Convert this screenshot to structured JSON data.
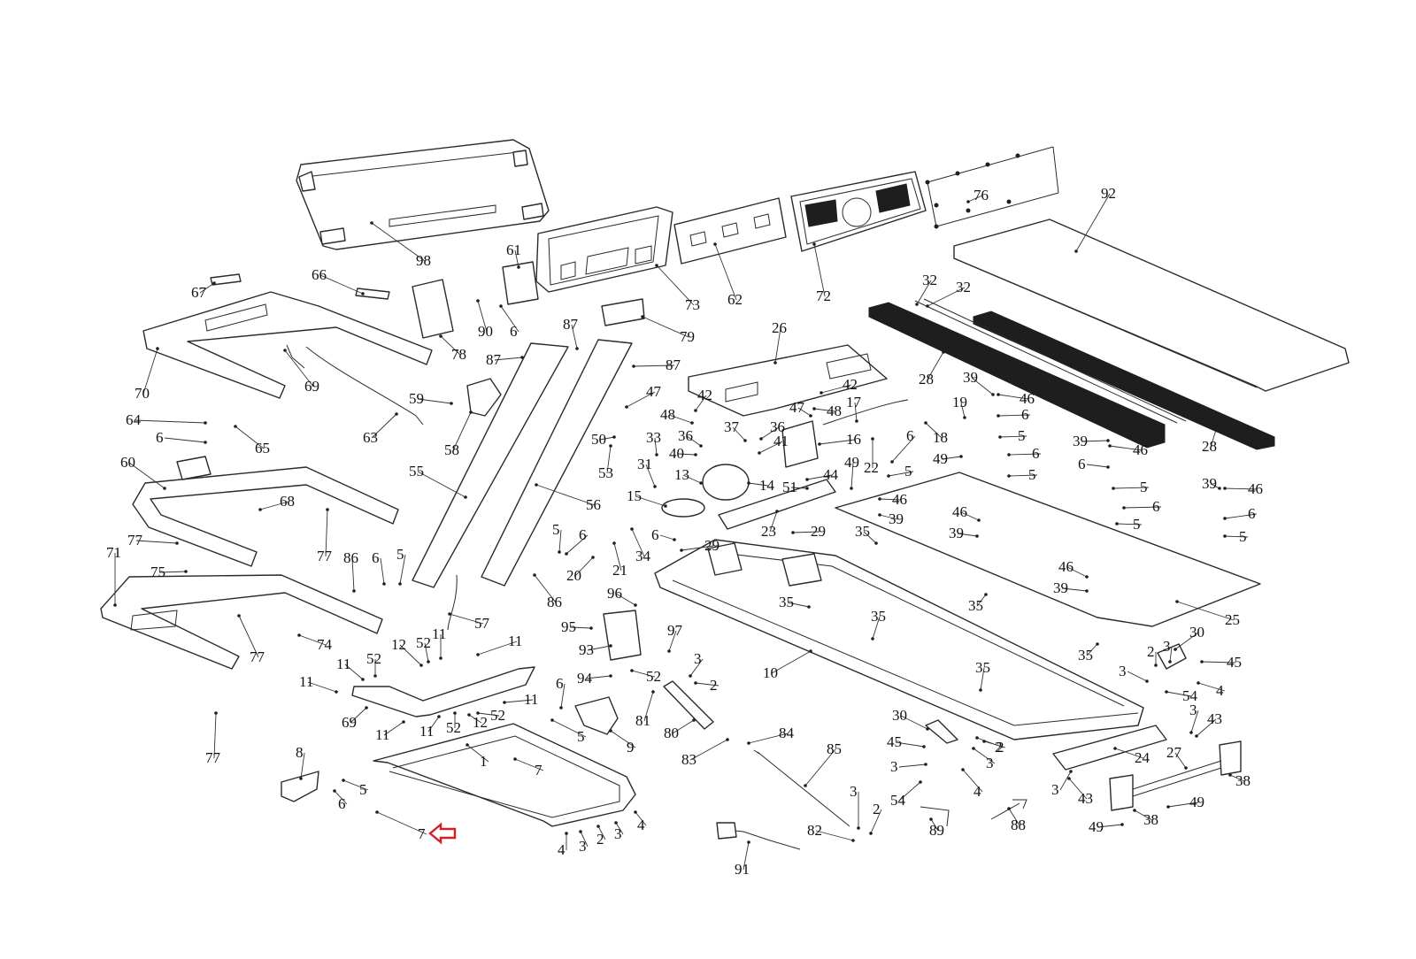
{
  "diagram": {
    "parts": [
      {
        "id": "p1",
        "label": "1"
      },
      {
        "id": "p2",
        "label": "2"
      },
      {
        "id": "p3",
        "label": "3"
      },
      {
        "id": "p4",
        "label": "4"
      },
      {
        "id": "p5",
        "label": "5"
      },
      {
        "id": "p6",
        "label": "6"
      },
      {
        "id": "p7",
        "label": "7"
      },
      {
        "id": "p8",
        "label": "8"
      },
      {
        "id": "p9",
        "label": "9"
      },
      {
        "id": "p10",
        "label": "10"
      },
      {
        "id": "p11",
        "label": "11"
      },
      {
        "id": "p12",
        "label": "12"
      },
      {
        "id": "p13",
        "label": "13"
      },
      {
        "id": "p14",
        "label": "14"
      },
      {
        "id": "p15",
        "label": "15"
      },
      {
        "id": "p16",
        "label": "16"
      },
      {
        "id": "p17",
        "label": "17"
      },
      {
        "id": "p18",
        "label": "18"
      },
      {
        "id": "p19",
        "label": "19"
      },
      {
        "id": "p20",
        "label": "20"
      },
      {
        "id": "p21",
        "label": "21"
      },
      {
        "id": "p22",
        "label": "22"
      },
      {
        "id": "p23",
        "label": "23"
      },
      {
        "id": "p24",
        "label": "24"
      },
      {
        "id": "p25",
        "label": "25"
      },
      {
        "id": "p26",
        "label": "26"
      },
      {
        "id": "p27",
        "label": "27"
      },
      {
        "id": "p28",
        "label": "28"
      },
      {
        "id": "p29",
        "label": "29"
      },
      {
        "id": "p30",
        "label": "30"
      },
      {
        "id": "p31",
        "label": "31"
      },
      {
        "id": "p32",
        "label": "32"
      },
      {
        "id": "p33",
        "label": "33"
      },
      {
        "id": "p34",
        "label": "34"
      },
      {
        "id": "p35",
        "label": "35"
      },
      {
        "id": "p36",
        "label": "36"
      },
      {
        "id": "p37",
        "label": "37"
      },
      {
        "id": "p38",
        "label": "38"
      },
      {
        "id": "p39",
        "label": "39"
      },
      {
        "id": "p40",
        "label": "40"
      },
      {
        "id": "p41",
        "label": "41"
      },
      {
        "id": "p42",
        "label": "42"
      },
      {
        "id": "p43",
        "label": "43"
      },
      {
        "id": "p44",
        "label": "44"
      },
      {
        "id": "p45",
        "label": "45"
      },
      {
        "id": "p46",
        "label": "46"
      },
      {
        "id": "p47",
        "label": "47"
      },
      {
        "id": "p48",
        "label": "48"
      },
      {
        "id": "p49",
        "label": "49"
      },
      {
        "id": "p50",
        "label": "50"
      },
      {
        "id": "p51",
        "label": "51"
      },
      {
        "id": "p52",
        "label": "52"
      },
      {
        "id": "p53",
        "label": "53"
      },
      {
        "id": "p54",
        "label": "54"
      },
      {
        "id": "p55",
        "label": "55"
      },
      {
        "id": "p56",
        "label": "56"
      },
      {
        "id": "p57",
        "label": "57"
      },
      {
        "id": "p58",
        "label": "58"
      },
      {
        "id": "p59",
        "label": "59"
      },
      {
        "id": "p60",
        "label": "60"
      },
      {
        "id": "p61",
        "label": "61"
      },
      {
        "id": "p62",
        "label": "62"
      },
      {
        "id": "p63",
        "label": "63"
      },
      {
        "id": "p64",
        "label": "64"
      },
      {
        "id": "p65",
        "label": "65"
      },
      {
        "id": "p66",
        "label": "66"
      },
      {
        "id": "p67",
        "label": "67"
      },
      {
        "id": "p68",
        "label": "68"
      },
      {
        "id": "p69",
        "label": "69"
      },
      {
        "id": "p70",
        "label": "70"
      },
      {
        "id": "p71",
        "label": "71"
      },
      {
        "id": "p72",
        "label": "72"
      },
      {
        "id": "p73",
        "label": "73"
      },
      {
        "id": "p74",
        "label": "74"
      },
      {
        "id": "p75",
        "label": "75"
      },
      {
        "id": "p76",
        "label": "76"
      },
      {
        "id": "p77",
        "label": "77"
      },
      {
        "id": "p78",
        "label": "78"
      },
      {
        "id": "p79",
        "label": "79"
      },
      {
        "id": "p80",
        "label": "80"
      },
      {
        "id": "p81",
        "label": "81"
      },
      {
        "id": "p82",
        "label": "82"
      },
      {
        "id": "p83",
        "label": "83"
      },
      {
        "id": "p84",
        "label": "84"
      },
      {
        "id": "p85",
        "label": "85"
      },
      {
        "id": "p86",
        "label": "86"
      },
      {
        "id": "p87",
        "label": "87"
      },
      {
        "id": "p88",
        "label": "88"
      },
      {
        "id": "p89",
        "label": "89"
      },
      {
        "id": "p90",
        "label": "90"
      },
      {
        "id": "p91",
        "label": "91"
      },
      {
        "id": "p92",
        "label": "92"
      },
      {
        "id": "p93",
        "label": "93"
      },
      {
        "id": "p94",
        "label": "94"
      },
      {
        "id": "p95",
        "label": "95"
      },
      {
        "id": "p96",
        "label": "96"
      },
      {
        "id": "p97",
        "label": "97"
      },
      {
        "id": "p98",
        "label": "98"
      }
    ],
    "highlighted_part": "7",
    "pointer_color": "#d42020"
  }
}
